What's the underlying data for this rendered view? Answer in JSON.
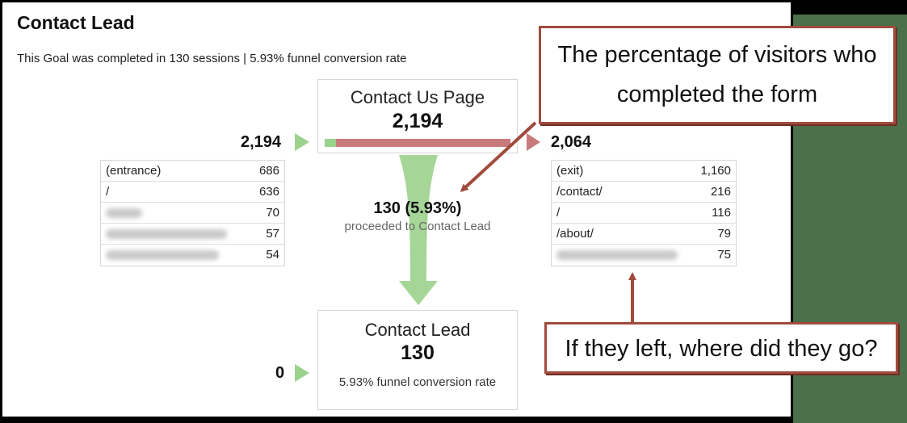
{
  "goal": {
    "title": "Contact Lead",
    "summary": "This Goal was completed in 130 sessions | 5.93% funnel conversion rate"
  },
  "funnel": {
    "step1": {
      "name": "Contact Us Page",
      "count": "2,194",
      "entries": "2,194",
      "exits": "2,064",
      "proceed_fraction": 0.0593
    },
    "conversion": {
      "value": "130 (5.93%)",
      "label": "proceeded to Contact Lead"
    },
    "step2": {
      "name": "Contact Lead",
      "count": "130",
      "entries": "0",
      "rate": "5.93% funnel conversion rate"
    }
  },
  "entrances": [
    {
      "label": "(entrance)",
      "value": "686",
      "blurred": false
    },
    {
      "label": "/",
      "value": "636",
      "blurred": false
    },
    {
      "label": "",
      "value": "70",
      "blurred": true
    },
    {
      "label": "",
      "value": "57",
      "blurred": true
    },
    {
      "label": "",
      "value": "54",
      "blurred": true
    }
  ],
  "exits": [
    {
      "label": "(exit)",
      "value": "1,160",
      "blurred": false
    },
    {
      "label": "/contact/",
      "value": "216",
      "blurred": false
    },
    {
      "label": "/",
      "value": "116",
      "blurred": false
    },
    {
      "label": "/about/",
      "value": "79",
      "blurred": false
    },
    {
      "label": "",
      "value": "75",
      "blurred": true
    }
  ],
  "callouts": {
    "top": {
      "line1": "The percentage of visitors who",
      "line2": "completed the form"
    },
    "bottom": "If they left, where did they go?"
  },
  "colors": {
    "proceed_green": "#9bd28c",
    "exit_red": "#c97b7c",
    "callout_border": "#a14b3e",
    "arrow": "#a14b3e"
  }
}
